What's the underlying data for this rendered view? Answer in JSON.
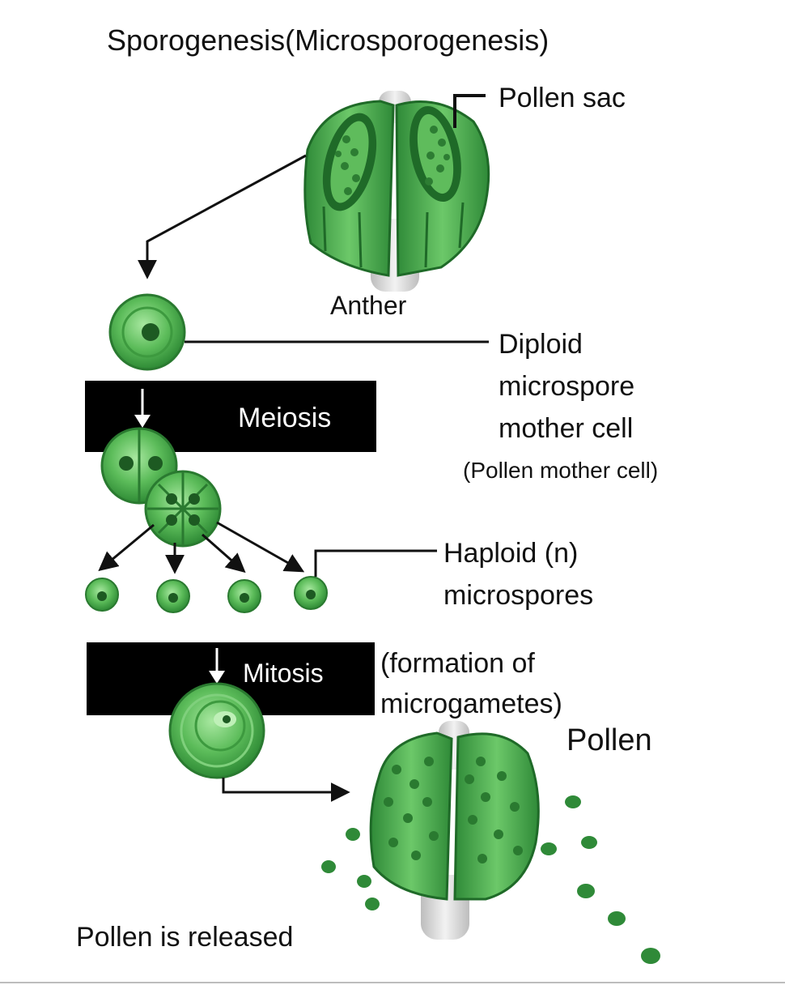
{
  "title": "Sporogenesis(Microsporogenesis)",
  "labels": {
    "pollen_sac": "Pollen sac",
    "anther": "Anther",
    "diploid_line1": "Diploid",
    "diploid_line2": "microspore",
    "diploid_line3": "mother cell",
    "pollen_mother_cell": "(Pollen mother cell)",
    "meiosis": "Meiosis",
    "haploid_line1": "Haploid (n)",
    "haploid_line2": "microspores",
    "mitosis": "Mitosis",
    "formation_line1": "(formation of",
    "formation_line2": "microgametes)",
    "pollen": "Pollen",
    "pollen_released": "Pollen is released"
  },
  "colors": {
    "green_dark": "#2f8f3a",
    "green_mid": "#4fb04f",
    "green_light": "#8fdc8a",
    "band_black": "#000000",
    "stem_gray": "#d6d6d6"
  }
}
